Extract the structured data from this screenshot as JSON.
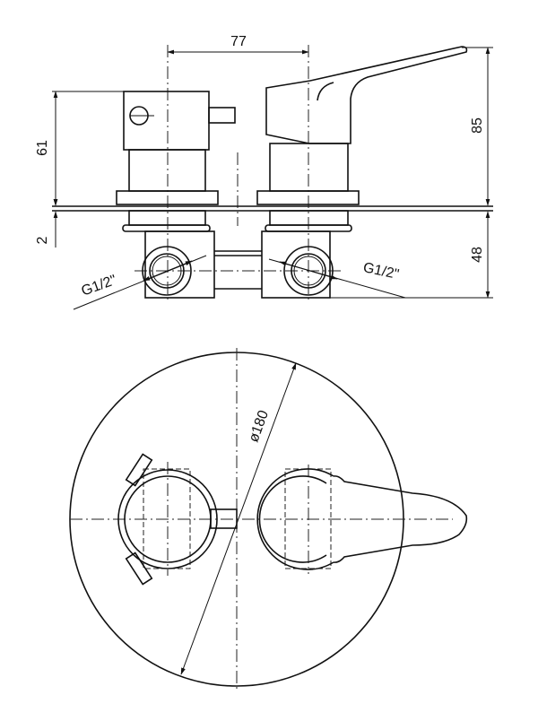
{
  "side_view": {
    "dim_center_distance": "77",
    "dim_height_left": "61",
    "dim_plate_thickness": "2",
    "dim_height_right": "85",
    "dim_depth": "48",
    "thread_left": "G1/2\"",
    "thread_right": "G1/2\""
  },
  "top_view": {
    "dim_diameter": "ø180"
  },
  "colors": {
    "line": "#111111",
    "background": "#ffffff"
  }
}
